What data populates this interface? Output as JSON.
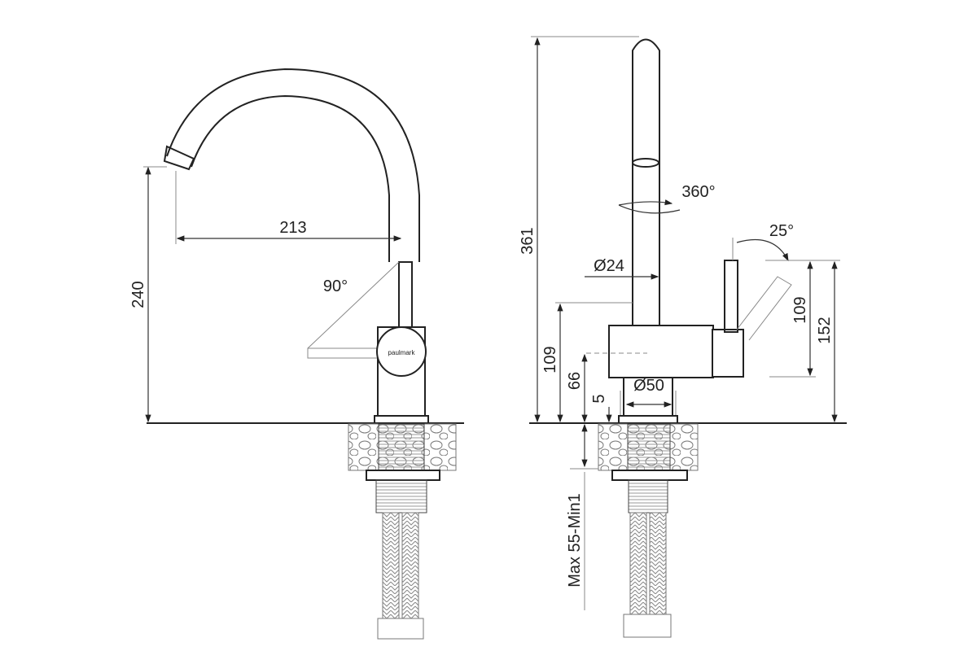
{
  "brand": "paulmark",
  "front_view": {
    "height_dim": "240",
    "reach_dim": "213",
    "handle_angle": "90°"
  },
  "side_view": {
    "total_height": "361",
    "swivel": "360°",
    "spout_diameter": "Ø24",
    "handle_tilt": "25°",
    "body_height_left": "109",
    "outlet_height": "66",
    "flange_height": "5",
    "base_diameter": "Ø50",
    "handle_height": "109",
    "handle_top": "152",
    "counter_thickness": "Max 55-Min1"
  }
}
